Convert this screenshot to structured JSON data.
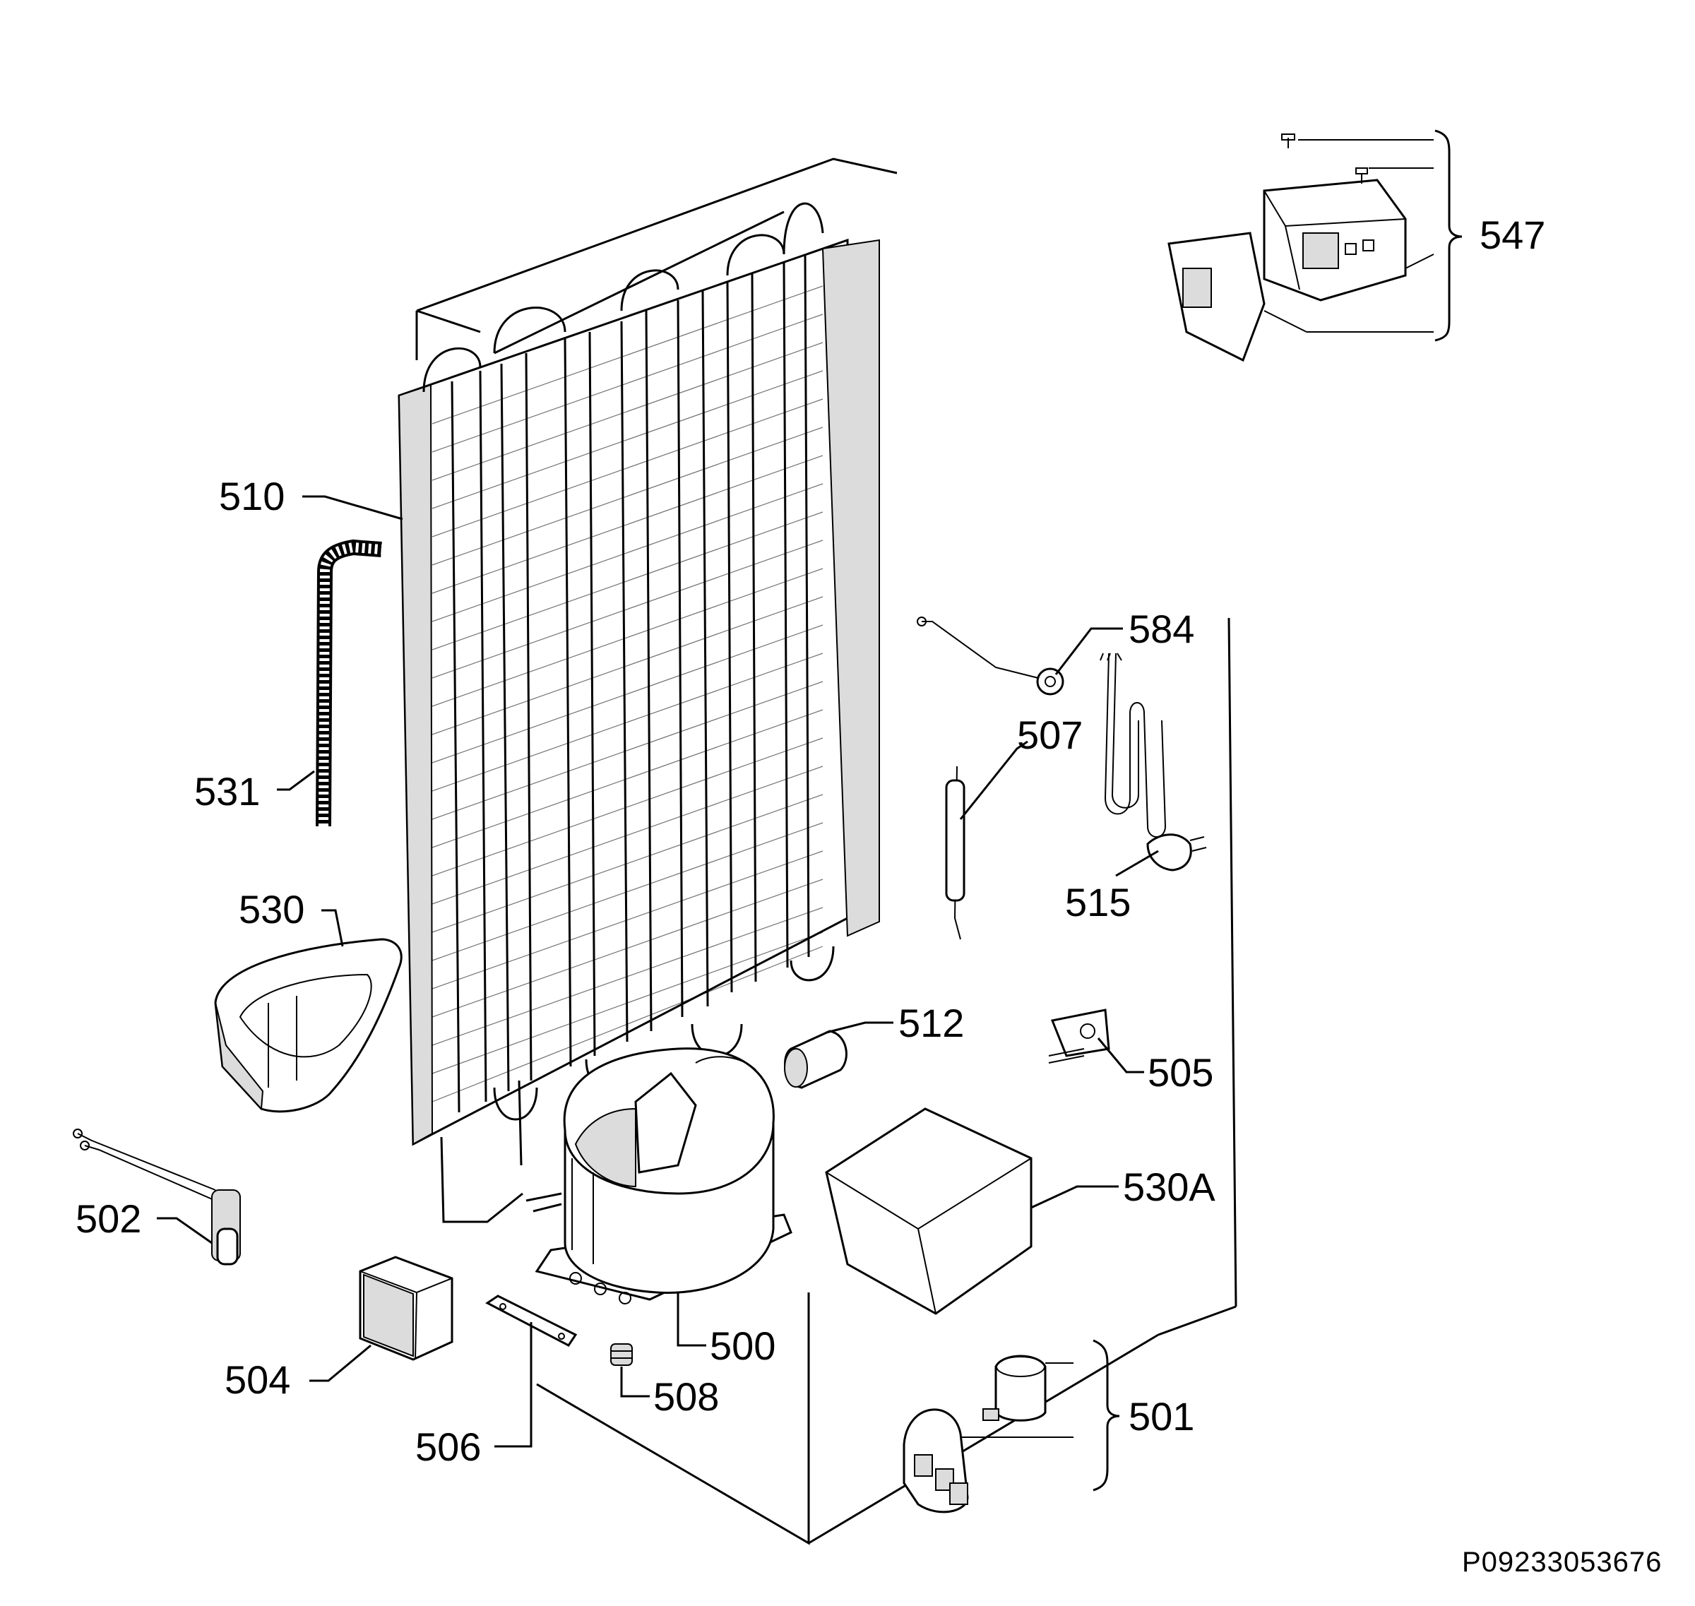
{
  "labels": {
    "p500": "500",
    "p501": "501",
    "p502": "502",
    "p504": "504",
    "p505": "505",
    "p506": "506",
    "p507": "507",
    "p508": "508",
    "p510": "510",
    "p512": "512",
    "p515": "515",
    "p530": "530",
    "p530a": "530A",
    "p531": "531",
    "p547": "547",
    "p584": "584"
  },
  "diagram_code": "P09233053676"
}
